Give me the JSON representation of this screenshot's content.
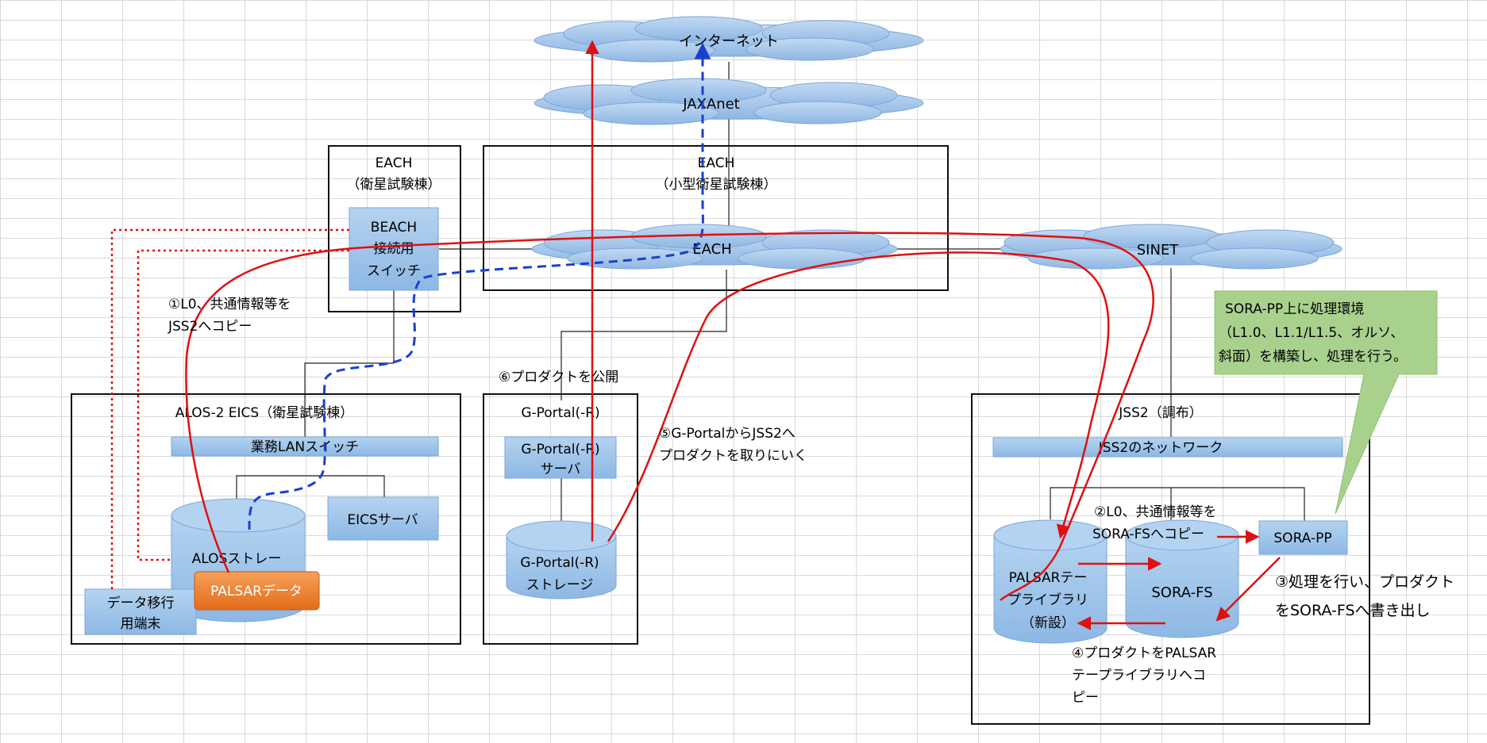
{
  "clouds": {
    "internet": "インターネット",
    "jaxanet": "JAXAnet",
    "each": "EACH",
    "sinet": "SINET"
  },
  "buildings": {
    "each_satellite": {
      "line1": "EACH",
      "line2": "（衛星試験棟）"
    },
    "each_small": {
      "line1": "EACH",
      "line2": "（小型衛星試験棟）"
    },
    "alos2_eics": "ALOS-2 EICS（衛星試験棟）",
    "gportal": "G-Portal(-R)",
    "jss2": "JSS2（調布）"
  },
  "devices": {
    "beach_switch": [
      "BEACH",
      "接続用",
      "スイッチ"
    ],
    "lan_switch": "業務LANスイッチ",
    "eics_server": "EICSサーバ",
    "alos_storage": "ALOSストレー",
    "palsar_data": "PALSARデータ",
    "migration_terminal": [
      "データ移行",
      "用端末"
    ],
    "gportal_server": [
      "G-Portal(-R)",
      "サーバ"
    ],
    "gportal_storage": [
      "G-Portal(-R)",
      "ストレージ"
    ],
    "jss2_network": "JSS2のネットワーク",
    "palsar_library": [
      "PALSARテー",
      "プライブラリ",
      "（新設）"
    ],
    "sora_fs": "SORA-FS",
    "sora_pp": "SORA-PP"
  },
  "annotations": {
    "step1": [
      "①L0、共通情報等を",
      "JSS2へコピー"
    ],
    "step2": [
      "②L0、共通情報等を",
      "SORA-FSへコピー"
    ],
    "step3": [
      "③処理を行い、プロダクト",
      "をSORA-FSへ書き出し"
    ],
    "step4": [
      "④プロダクトをPALSAR",
      "テープライブラリへコ",
      "ピー"
    ],
    "step5": [
      "⑤G-PortalからJSS2へ",
      "プロダクトを取りにいく"
    ],
    "step6": "⑥プロダクトを公開",
    "callout": [
      "SORA-PP上に処理環境",
      "（L1.0、L1.1/L1.5、オルソ、",
      "斜面）を構築し、処理を行う。"
    ]
  },
  "colors": {
    "device_fill": "#9dc3e6",
    "device_stroke": "#7ba7d7",
    "flow_red": "#e01010",
    "flow_blue": "#1a3fd0",
    "palsar_orange": "#ed7d31",
    "callout_green": "#a9d18e"
  }
}
